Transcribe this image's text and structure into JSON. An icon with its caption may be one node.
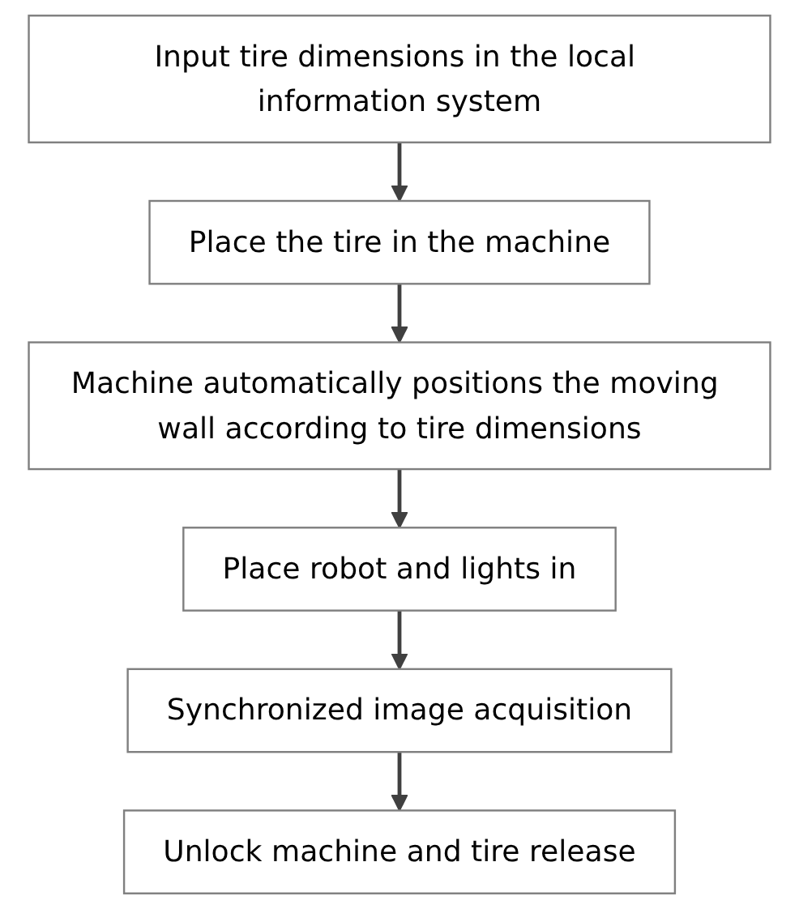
{
  "diagram": {
    "nodes": [
      {
        "text": [
          "Input tire dimensions in the local information system"
        ]
      },
      {
        "text": [
          "Place the tire in the machine"
        ]
      },
      {
        "text": [
          "Machine automatically positions the moving wall according to tire dimensions"
        ]
      },
      {
        "text": [
          "Place robot and lights in"
        ]
      },
      {
        "text": [
          "Synchronized image acquisition"
        ]
      },
      {
        "text": [
          "Unlock machine and tire release"
        ]
      }
    ],
    "edges": [
      {
        "from": 0,
        "to": 1,
        "arrow": "to"
      },
      {
        "from": 1,
        "to": 2,
        "arrow": "to"
      },
      {
        "from": 2,
        "to": 3,
        "arrow": "to"
      },
      {
        "from": 3,
        "to": 4,
        "arrow": "to"
      },
      {
        "from": 4,
        "to": 5,
        "arrow": "to"
      }
    ]
  }
}
